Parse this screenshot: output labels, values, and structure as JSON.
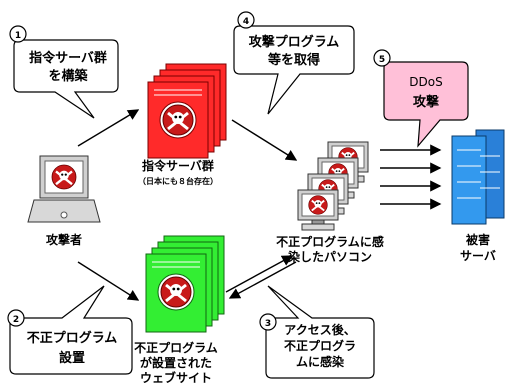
{
  "callouts": {
    "c1": {
      "num": "1",
      "line1": "指令サーバ群",
      "line2": "を構築"
    },
    "c2": {
      "num": "2",
      "line1": "不正プログラム",
      "line2": "設置"
    },
    "c3": {
      "num": "3",
      "line1": "アクセス後、",
      "line2": "不正プログラ",
      "line3": "ムに感染"
    },
    "c4": {
      "num": "4",
      "line1": "攻撃プログラム",
      "line2": "等を取得"
    },
    "c5": {
      "num": "5",
      "line1": "DDoS",
      "line2": "攻撃"
    }
  },
  "labels": {
    "attacker": "攻撃者",
    "command_servers": "指令サーバ群",
    "command_servers_note": "（日本にも８台存在）",
    "infected_pcs_l1": "不正プログラムに感",
    "infected_pcs_l2": "染したパソコン",
    "victim_l1": "被害",
    "victim_l2": "サーバ",
    "website_l1": "不正プログラム",
    "website_l2": "が設置された",
    "website_l3": "ウェブサイト"
  },
  "colors": {
    "command_server": "#ff2a2a",
    "website_server": "#33ee33",
    "victim_server": "#3399ee",
    "ddos_callout": "#ffc0d8",
    "skull_badge": "#c81a1a"
  }
}
